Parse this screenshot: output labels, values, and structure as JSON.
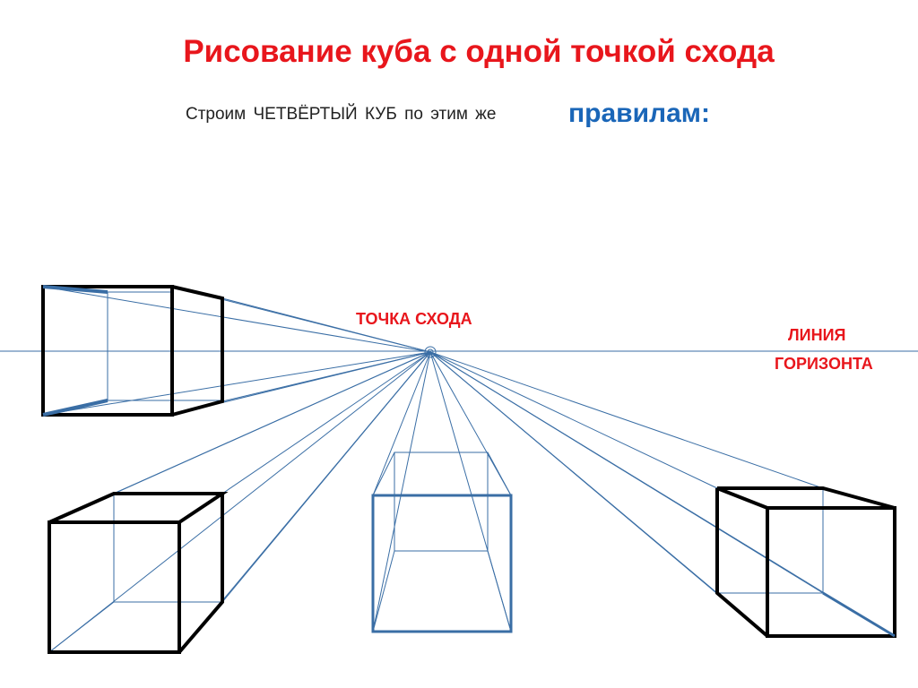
{
  "slide": {
    "title": "Рисование куба с одной точкой схода",
    "subtitle": "Строим ЧЕТВЁРТЫЙ  КУБ  по  этим  же",
    "subtitle_accent": "правилам:",
    "vanishing_point_label": "ТОЧКА СХОДА",
    "horizon_label_line1": "ЛИНИЯ",
    "horizon_label_line2": "ГОРИЗОНТА"
  },
  "colors": {
    "title": "#e8161c",
    "accent": "#1a66b8",
    "construction_lines": "#3a6ea5",
    "cube_edges": "#000000"
  }
}
